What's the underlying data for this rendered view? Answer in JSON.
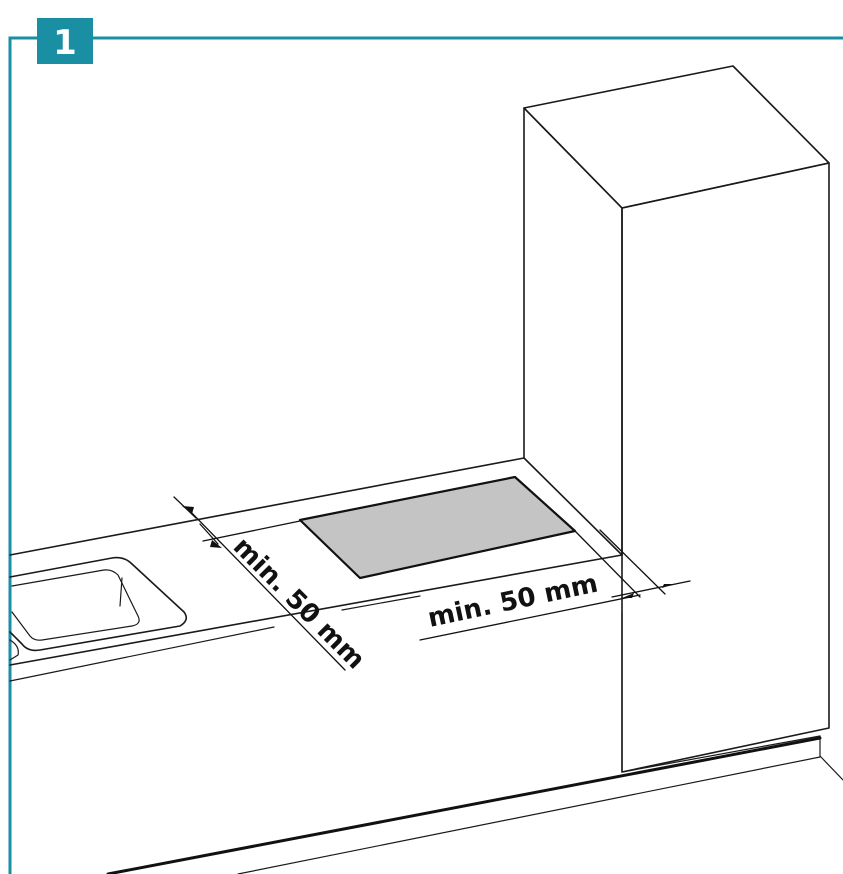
{
  "step": {
    "number": "1"
  },
  "dimensions": {
    "left_clearance_label": "min. 50 mm",
    "right_clearance_label": "min. 50 mm"
  },
  "colors": {
    "frame": "#1a8fa3",
    "hob_fill": "#c4c4c4",
    "line": "#1a1a1a"
  }
}
